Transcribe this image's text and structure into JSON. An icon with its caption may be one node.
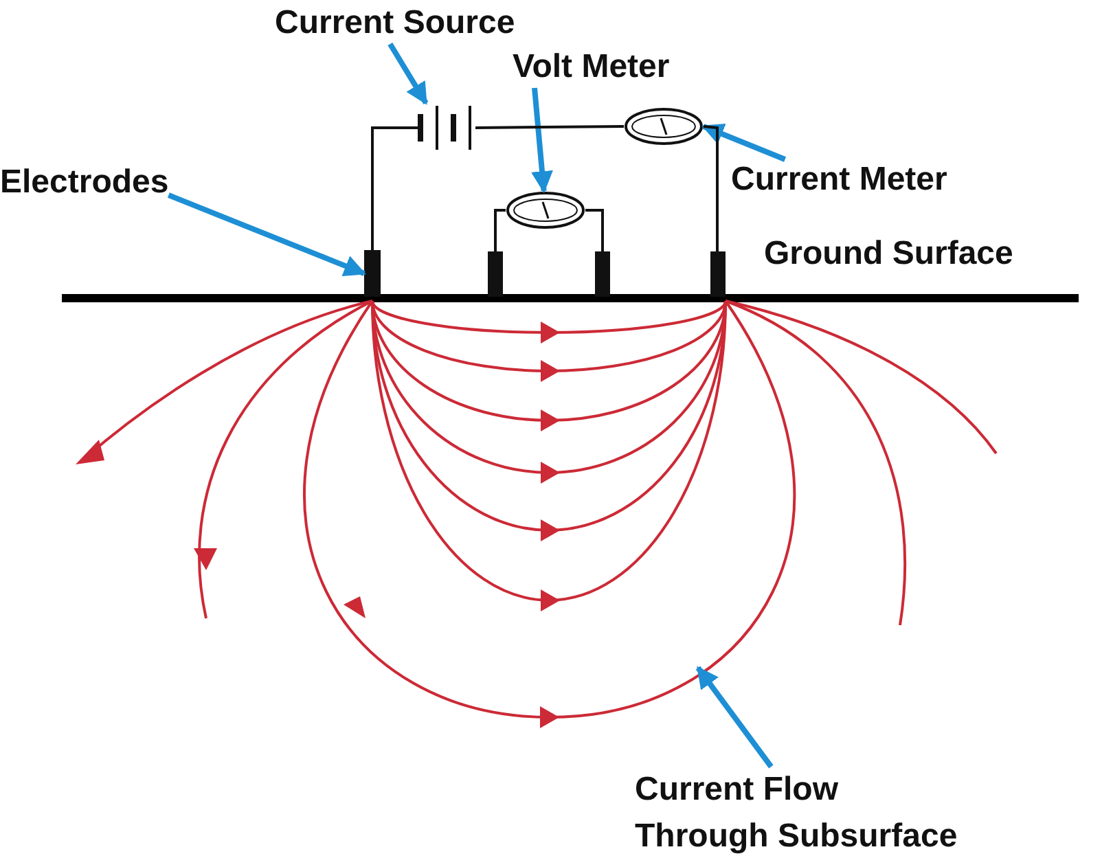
{
  "diagram": {
    "nodes": [
      {
        "text": [
          "Current Source"
        ]
      },
      {
        "text": [],
        "shape": "battery"
      },
      {
        "text": [
          "Volt Meter"
        ]
      },
      {
        "text": [],
        "shape": "circle"
      },
      {
        "text": [],
        "shape": "circle"
      },
      {
        "text": [
          "Current Meter"
        ]
      },
      {
        "text": [
          "Electrodes"
        ]
      },
      {
        "text": [],
        "shape": "bar"
      },
      {
        "text": [],
        "shape": "bar"
      },
      {
        "text": [],
        "shape": "bar"
      },
      {
        "text": [],
        "shape": "bar"
      },
      {
        "text": [
          "Current Flow Through Subsurface"
        ]
      }
    ],
    "edges": [
      {
        "from": 0,
        "to": 1,
        "arrow": "to",
        "style": "thick",
        "color": "#1e8fd5"
      },
      {
        "from": 2,
        "to": 3,
        "arrow": "to",
        "style": "thick",
        "color": "#1e8fd5"
      },
      {
        "from": 5,
        "to": 4,
        "arrow": "to",
        "style": "thick",
        "color": "#1e8fd5"
      },
      {
        "from": 6,
        "to": 7,
        "arrow": "to",
        "style": "thick",
        "color": "#1e8fd5"
      },
      {
        "from": 1,
        "to": 7,
        "arrow": "none",
        "color": "#111111"
      },
      {
        "from": 1,
        "to": 4,
        "arrow": "none",
        "color": "#111111"
      },
      {
        "from": 4,
        "to": 10,
        "arrow": "none",
        "color": "#111111"
      },
      {
        "from": 8,
        "to": 3,
        "arrow": "none",
        "color": "#111111"
      },
      {
        "from": 3,
        "to": 9,
        "arrow": "none",
        "color": "#111111"
      },
      {
        "from": 11,
        "to": null,
        "arrow": "to",
        "style": "thick",
        "color": "#1e8fd5"
      }
    ],
    "labels": [
      "Ground Surface"
    ]
  }
}
